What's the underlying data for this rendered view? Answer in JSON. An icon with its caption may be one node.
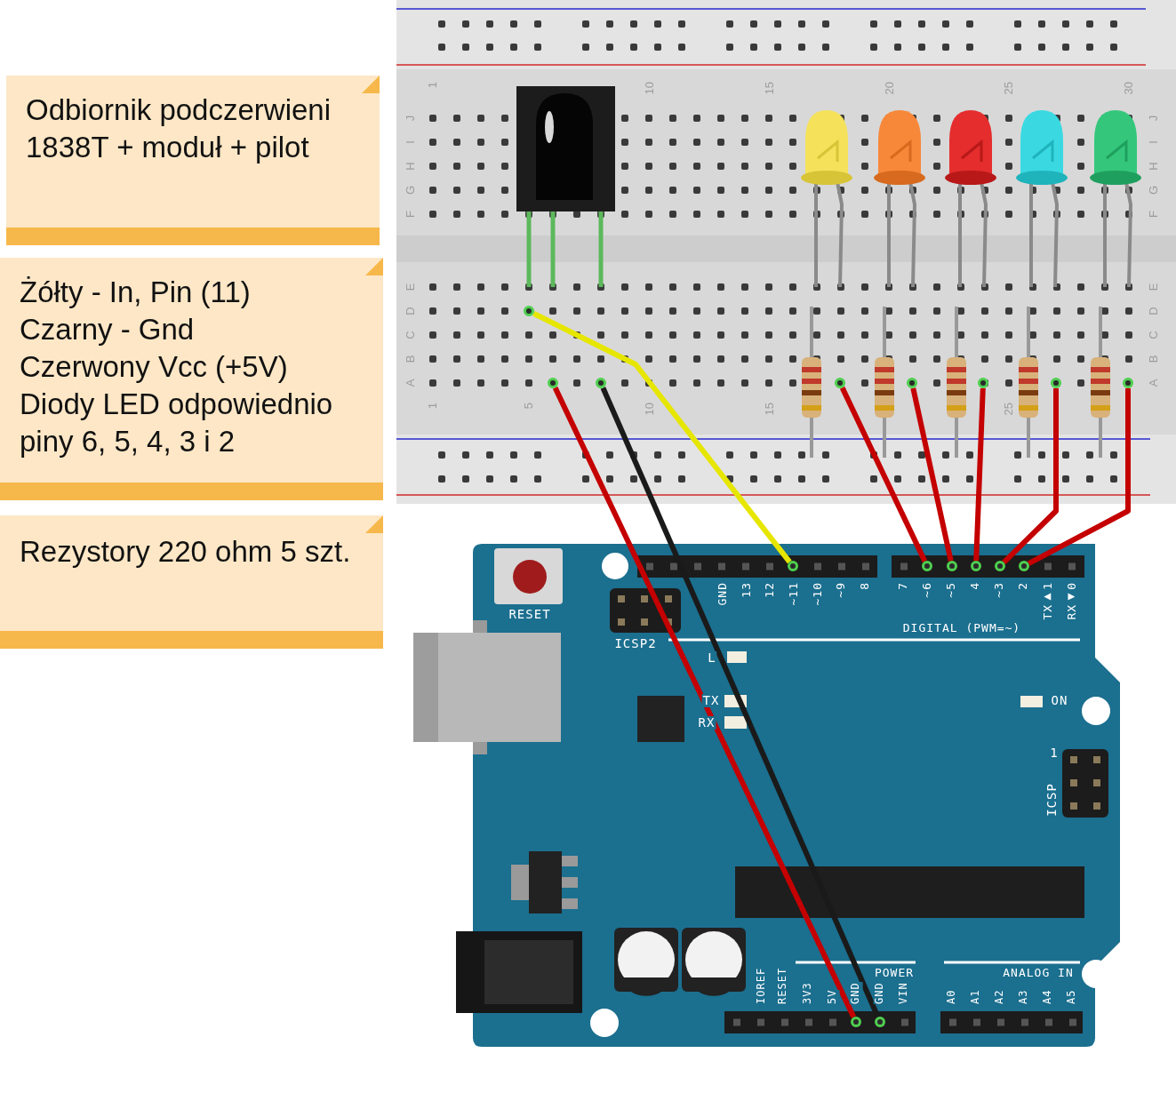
{
  "diagram": {
    "nodes": [
      {
        "text": [
          "Odbiornik podczerwieni 1838T + moduł + pilot"
        ]
      },
      {
        "text": [
          "Żółty - In, Pin (11)",
          "Czarny - Gnd",
          "Czerwony Vcc (+5V)",
          "Diody LED odpowiednio piny 6, 5, 4, 3 i 2"
        ]
      },
      {
        "text": [
          "Rezystory 220 ohm 5 szt."
        ]
      },
      {
        "text": [],
        "shape": "picture"
      },
      {
        "text": [],
        "shape": "picture",
        "in": 3
      },
      {
        "text": [],
        "shape": "picture",
        "in": 3
      },
      {
        "text": [],
        "shape": "picture",
        "in": 3
      },
      {
        "text": [],
        "shape": "picture",
        "in": 3
      },
      {
        "text": [],
        "shape": "picture",
        "in": 3
      },
      {
        "text": [],
        "shape": "picture",
        "in": 3
      },
      {
        "text": [],
        "shape": "picture",
        "in": 3
      },
      {
        "text": [],
        "shape": "picture",
        "in": 3
      },
      {
        "text": [],
        "shape": "picture",
        "in": 3
      },
      {
        "text": [],
        "shape": "picture",
        "in": 3
      },
      {
        "text": [],
        "shape": "picture",
        "in": 3
      },
      {
        "text": [],
        "shape": "circle",
        "in": 3
      },
      {
        "text": [],
        "shape": "circle",
        "in": 3
      },
      {
        "text": [],
        "shape": "circle",
        "in": 3
      },
      {
        "text": [],
        "shape": "circle",
        "in": 3
      },
      {
        "text": [],
        "shape": "circle",
        "in": 3
      },
      {
        "text": [],
        "shape": "circle",
        "in": 3
      },
      {
        "text": [],
        "shape": "circle",
        "in": 3
      },
      {
        "text": [],
        "shape": "circle",
        "in": 3
      },
      {
        "text": [],
        "shape": "picture"
      },
      {
        "text": [],
        "shape": "circle",
        "in": 23
      },
      {
        "text": [],
        "shape": "circle",
        "in": 23
      },
      {
        "text": [],
        "shape": "circle",
        "in": 23
      },
      {
        "text": [],
        "shape": "circle",
        "in": 23
      },
      {
        "text": [],
        "shape": "circle",
        "in": 23
      },
      {
        "text": [],
        "shape": "circle",
        "in": 23
      },
      {
        "text": [],
        "shape": "circle",
        "in": 23
      },
      {
        "text": [],
        "shape": "circle",
        "in": 23
      }
    ],
    "edges": [
      {
        "from": 15,
        "to": 24,
        "arrow": "none",
        "color": "#e6e600"
      },
      {
        "from": 16,
        "to": 25,
        "arrow": "none"
      },
      {
        "from": 17,
        "to": 26,
        "arrow": "none",
        "color": "#1a1a1a"
      },
      {
        "from": 18,
        "to": 27,
        "arrow": "none"
      },
      {
        "from": 19,
        "to": 28,
        "arrow": "none"
      },
      {
        "from": 20,
        "to": 29,
        "arrow": "none"
      },
      {
        "from": 21,
        "to": 30,
        "arrow": "none"
      },
      {
        "from": 22,
        "to": 31,
        "arrow": "none"
      }
    ],
    "labels": [
      "1",
      "10",
      "15",
      "20",
      "25",
      "30",
      "J",
      "I",
      "H",
      "G",
      "F",
      "J",
      "I",
      "H",
      "G",
      "F",
      "E",
      "D",
      "C",
      "B",
      "A",
      "E",
      "D",
      "C",
      "B",
      "A",
      "1",
      "5",
      "10",
      "15",
      "25",
      "RESET",
      "ICSP2",
      "GND",
      "13",
      "12",
      "~11",
      "~10",
      "~9",
      "8",
      "7",
      "~6",
      "~5",
      "4",
      "~3",
      "2",
      "TX▶1",
      "RX◀0",
      "DIGITAL (PWM=~)",
      "L",
      "TX",
      "RX",
      "ON",
      "1",
      "ICSP",
      "IOREF",
      "RESET",
      "3V3",
      "5V",
      "GND",
      "GND",
      "VIN",
      "POWER",
      "ANALOG IN",
      "A0",
      "A1",
      "A2",
      "A3",
      "A4",
      "A5"
    ]
  }
}
